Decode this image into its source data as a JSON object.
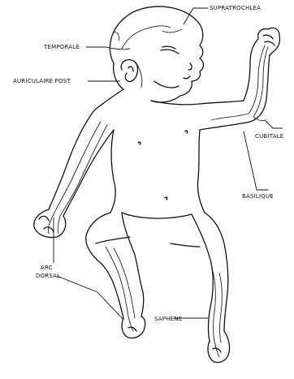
{
  "labels": {
    "supratrochlea": "SUPRATROCHLEA",
    "temporale": "TEMPORALE",
    "auriculaire_post": "AURICULAIRE POST",
    "cubitale": "CUBITALE",
    "basilique": "BASILIQUE",
    "arc_dorsal_1": "ARC",
    "arc_dorsal_2": "DORSAL",
    "saphene": "SAPHENE"
  }
}
